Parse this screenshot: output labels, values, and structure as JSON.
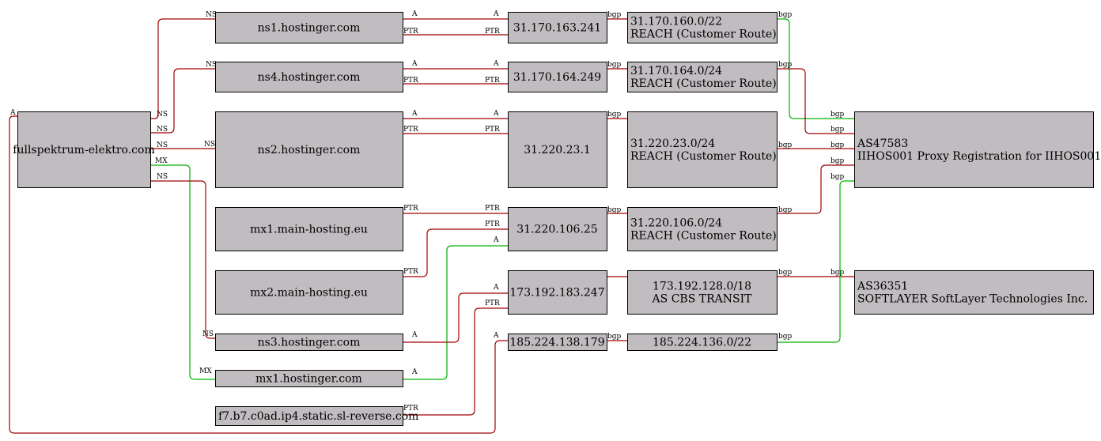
{
  "colors": {
    "node_fill": "#c0bcc0",
    "edge_red": "#a00000",
    "edge_green": "#00b000"
  },
  "nodes": {
    "domain": [
      "fullspektrum-elektro.com"
    ],
    "ns1": [
      "ns1.hostinger.com"
    ],
    "ns4": [
      "ns4.hostinger.com"
    ],
    "ns2": [
      "ns2.hostinger.com"
    ],
    "mx1main": [
      "mx1.main-hosting.eu"
    ],
    "mx2main": [
      "mx2.main-hosting.eu"
    ],
    "ns3": [
      "ns3.hostinger.com"
    ],
    "mx1host": [
      "mx1.hostinger.com"
    ],
    "rev": [
      "f7.b7.c0ad.ip4.static.sl-reverse.com"
    ],
    "ip1": [
      "31.170.163.241"
    ],
    "ip2": [
      "31.170.164.249"
    ],
    "ip3": [
      "31.220.23.1"
    ],
    "ip4": [
      "31.220.106.25"
    ],
    "ip5": [
      "173.192.183.247"
    ],
    "ip6": [
      "185.224.138.179"
    ],
    "pfx1": [
      "31.170.160.0/22",
      "REACH (Customer Route)"
    ],
    "pfx2": [
      "31.170.164.0/24",
      "REACH (Customer Route)"
    ],
    "pfx3": [
      "31.220.23.0/24",
      "REACH (Customer Route)"
    ],
    "pfx4": [
      "31.220.106.0/24",
      "REACH (Customer Route)"
    ],
    "pfx5": [
      "173.192.128.0/18",
      "AS CBS TRANSIT"
    ],
    "pfx6": [
      "185.224.136.0/22"
    ],
    "as1": [
      "AS47583",
      "IIHOS001 Proxy Registration for IIHOS001"
    ],
    "as2": [
      "AS36351",
      "SOFTLAYER SoftLayer Technologies Inc."
    ]
  },
  "edges": [
    {
      "from": "domain",
      "to": "ns1",
      "color": "red",
      "labels": [
        "NS",
        "NS"
      ]
    },
    {
      "from": "domain",
      "to": "ns4",
      "color": "red",
      "labels": [
        "NS",
        "NS"
      ]
    },
    {
      "from": "domain",
      "to": "ns2",
      "color": "red",
      "labels": [
        "NS",
        "NS"
      ]
    },
    {
      "from": "domain",
      "to": "mx1host",
      "color": "green",
      "labels": [
        "MX",
        "MX"
      ]
    },
    {
      "from": "domain",
      "to": "ns3",
      "color": "red",
      "labels": [
        "NS",
        "NS"
      ]
    },
    {
      "from": "domain",
      "to": "ip6",
      "color": "red",
      "labels": [
        "A",
        "A"
      ]
    },
    {
      "from": "ns1",
      "to": "ip1",
      "color": "red",
      "labels": [
        "A",
        "A"
      ]
    },
    {
      "from": "ip1",
      "to": "ns1",
      "color": "red",
      "labels": [
        "PTR",
        "PTR"
      ]
    },
    {
      "from": "ns4",
      "to": "ip2",
      "color": "red",
      "labels": [
        "A",
        "A"
      ]
    },
    {
      "from": "ip2",
      "to": "ns4",
      "color": "red",
      "labels": [
        "PTR",
        "PTR"
      ]
    },
    {
      "from": "ns2",
      "to": "ip3",
      "color": "red",
      "labels": [
        "A",
        "A"
      ]
    },
    {
      "from": "ip3",
      "to": "ns2",
      "color": "red",
      "labels": [
        "PTR",
        "PTR"
      ]
    },
    {
      "from": "ip4",
      "to": "mx1main",
      "color": "red",
      "labels": [
        "PTR",
        "PTR"
      ]
    },
    {
      "from": "ip4",
      "to": "mx2main",
      "color": "red",
      "labels": [
        "PTR",
        "PTR"
      ]
    },
    {
      "from": "mx1host",
      "to": "ip4",
      "color": "green",
      "labels": [
        "A",
        "A"
      ]
    },
    {
      "from": "ns3",
      "to": "ip5",
      "color": "red",
      "labels": [
        "A",
        "A"
      ]
    },
    {
      "from": "ip5",
      "to": "rev",
      "color": "red",
      "labels": [
        "PTR",
        "PTR"
      ]
    },
    {
      "from": "ip1",
      "to": "pfx1",
      "color": "red",
      "labels": [
        "bgp",
        ""
      ]
    },
    {
      "from": "ip2",
      "to": "pfx2",
      "color": "red",
      "labels": [
        "bgp",
        ""
      ]
    },
    {
      "from": "ip3",
      "to": "pfx3",
      "color": "red",
      "labels": [
        "bgp",
        ""
      ]
    },
    {
      "from": "ip4",
      "to": "pfx4",
      "color": "red",
      "labels": [
        "bgp",
        ""
      ]
    },
    {
      "from": "ip5",
      "to": "pfx5",
      "color": "red",
      "labels": [
        "",
        ""
      ]
    },
    {
      "from": "ip6",
      "to": "pfx6",
      "color": "red",
      "labels": [
        "bgp",
        ""
      ]
    },
    {
      "from": "pfx1",
      "to": "as1",
      "color": "green",
      "labels": [
        "bgp",
        "bgp"
      ]
    },
    {
      "from": "pfx2",
      "to": "as1",
      "color": "red",
      "labels": [
        "bgp",
        "bgp"
      ]
    },
    {
      "from": "pfx3",
      "to": "as1",
      "color": "red",
      "labels": [
        "bgp",
        "bgp"
      ]
    },
    {
      "from": "pfx4",
      "to": "as1",
      "color": "red",
      "labels": [
        "bgp",
        "bgp"
      ]
    },
    {
      "from": "pfx5",
      "to": "as2",
      "color": "red",
      "labels": [
        "bgp",
        "bgp"
      ]
    },
    {
      "from": "pfx6",
      "to": "as1",
      "color": "green",
      "labels": [
        "bgp",
        "bgp"
      ]
    }
  ]
}
